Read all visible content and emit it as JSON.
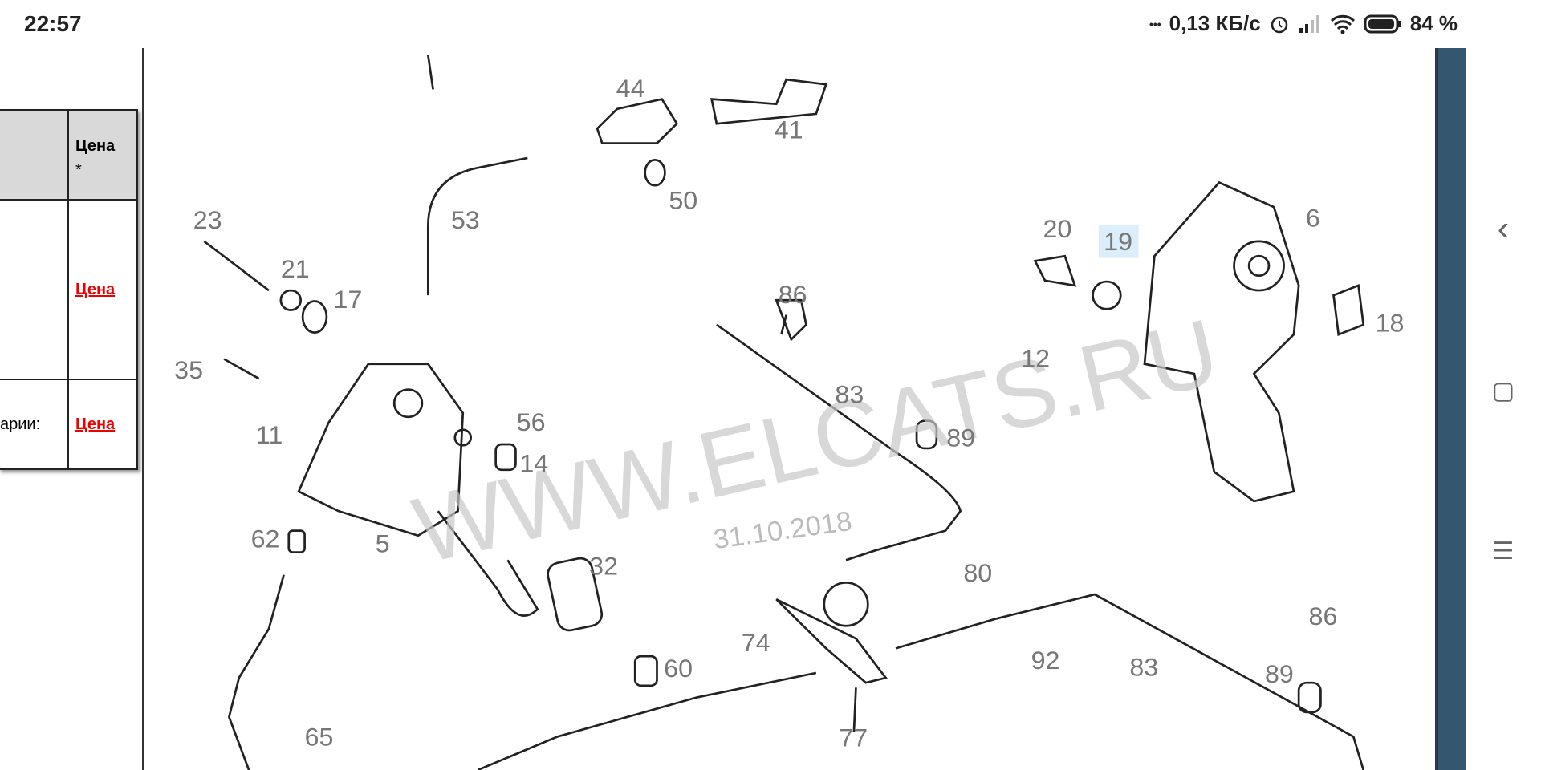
{
  "status_bar": {
    "time": "22:57",
    "dots": "•••",
    "network_speed": "0,13 КБ/с",
    "battery": "84 %",
    "icons": [
      "alarm-icon",
      "signal-icon",
      "wifi-icon",
      "battery-icon"
    ]
  },
  "table": {
    "header_price": "Цена",
    "header_note": "*",
    "rows": [
      {
        "text": "",
        "price_link": "Цена"
      },
      {
        "text": "арии:",
        "price_link": "Цена"
      }
    ]
  },
  "diagram": {
    "watermark": "WWW.ELCATS.RU",
    "date": "31.10.2018",
    "callouts": [
      "44",
      "41",
      "50",
      "53",
      "23",
      "21",
      "17",
      "86",
      "20",
      "19",
      "6",
      "18",
      "12",
      "35",
      "83",
      "89",
      "56",
      "11",
      "14",
      "62",
      "5",
      "32",
      "80",
      "74",
      "60",
      "92",
      "83",
      "86",
      "89",
      "77",
      "65"
    ],
    "highlighted_callout": "19"
  },
  "nav": {
    "back": "‹",
    "home": "▢",
    "menu": "☰"
  },
  "colors": {
    "link": "#ee0000",
    "header_bg": "#d9d9d9",
    "scrollbar": "#34566f",
    "highlight": "#dceefa"
  }
}
